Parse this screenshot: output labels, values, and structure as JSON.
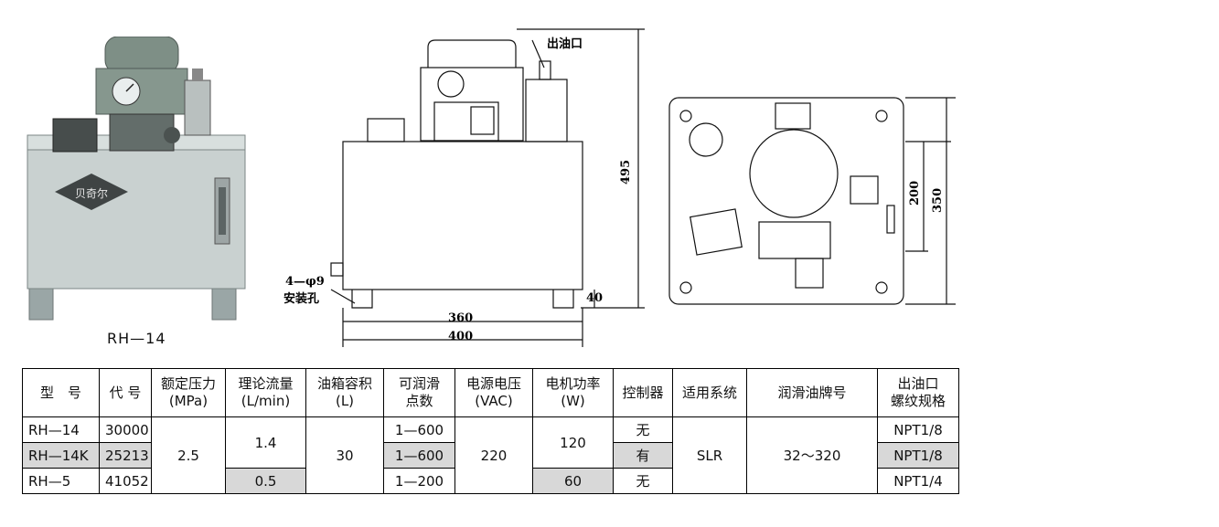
{
  "photo": {
    "caption": "RH—14",
    "logo_text": "贝奇尔"
  },
  "drawing": {
    "outlet_label": "出油口",
    "holes_label": "4—φ9",
    "holes_label2": "安装孔",
    "dim_360": "360",
    "dim_400": "400",
    "dim_40": "40",
    "dim_495": "495",
    "dim_200": "200",
    "dim_350": "350"
  },
  "table": {
    "headers": {
      "model": "型　号",
      "code": "代 号",
      "pressure_1": "额定压力",
      "pressure_2": "(MPa)",
      "flow_1": "理论流量",
      "flow_2": "(L/min)",
      "tank_1": "油箱容积",
      "tank_2": "(L)",
      "points_1": "可润滑",
      "points_2": "点数",
      "voltage_1": "电源电压",
      "voltage_2": "(VAC)",
      "power_1": "电机功率",
      "power_2": "(W)",
      "controller": "控制器",
      "system": "适用系统",
      "oil": "润滑油牌号",
      "outlet_1": "出油口",
      "outlet_2": "螺纹规格"
    },
    "rows": [
      {
        "model": "RH—14",
        "code": "30000",
        "points": "1—600",
        "controller": "无",
        "outlet": "NPT1/8"
      },
      {
        "model": "RH—14K",
        "code": "25213",
        "points": "1—600",
        "controller": "有",
        "outlet": "NPT1/8"
      },
      {
        "model": "RH—5",
        "code": "41052",
        "points": "1—200",
        "controller": "无",
        "outlet": "NPT1/4"
      }
    ],
    "merged": {
      "pressure": "2.5",
      "flow_a": "1.4",
      "flow_b": "0.5",
      "tank": "30",
      "voltage": "220",
      "power_a": "120",
      "power_b": "60",
      "system": "SLR",
      "oil": "32～320"
    }
  }
}
